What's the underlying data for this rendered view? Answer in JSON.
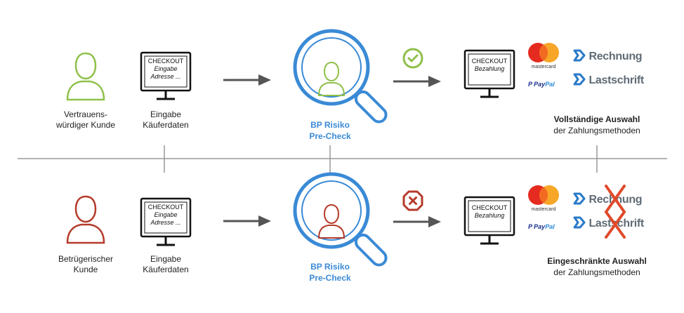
{
  "colors": {
    "trusted": "#8fc04a",
    "fraud": "#b53a2a",
    "check": "#3a8ad6",
    "arrow": "#555555",
    "line": "#999999",
    "cross": "#e04a2a"
  },
  "top": {
    "customer_label": "Vertrauens-\nwürdiger Kunde",
    "monitor_title": "CHECKOUT",
    "monitor_lines": [
      "Eingabe",
      "Adresse ..."
    ],
    "input_label": "Eingabe\nKäuferdaten",
    "precheck_line1": "BP Risiko",
    "precheck_line2": "Pre-Check",
    "status_icon": "check-circle-icon",
    "result_monitor_title": "CHECKOUT",
    "result_monitor_line": "Bezahlung",
    "summary_bold": "Vollständige Auswahl",
    "summary_text": "der Zahlungsmethoden"
  },
  "bottom": {
    "customer_label": "Betrügerischer\nKunde",
    "monitor_title": "CHECKOUT",
    "monitor_lines": [
      "Eingabe",
      "Adresse ..."
    ],
    "input_label": "Eingabe\nKäuferdaten",
    "precheck_line1": "BP Risiko",
    "precheck_line2": "Pre-Check",
    "status_icon": "stop-octagon-icon",
    "result_monitor_title": "CHECKOUT",
    "result_monitor_line": "Bezahlung",
    "summary_bold": "Eingeschränkte Auswahl",
    "summary_text": "der Zahlungsmethoden"
  },
  "payment": {
    "mastercard": "mastercard",
    "paypal_a": "Pay",
    "paypal_b": "Pal",
    "rechnung": "Rechnung",
    "lastschrift": "Lastschrift"
  }
}
